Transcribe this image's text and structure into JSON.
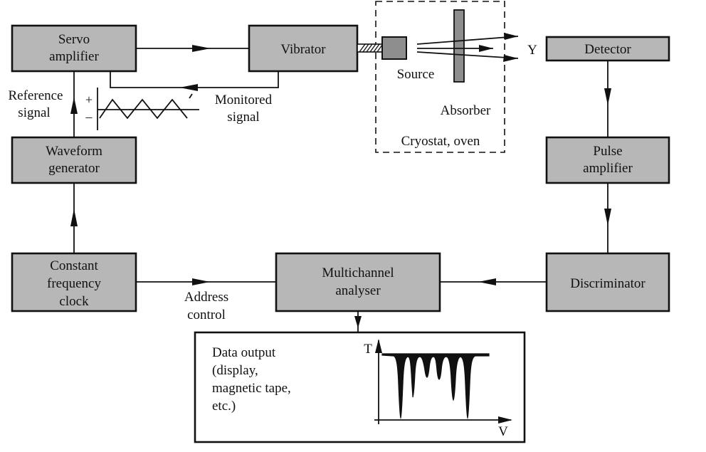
{
  "blocks": {
    "servo": [
      "Servo",
      "amplifier"
    ],
    "vibrator": [
      "Vibrator"
    ],
    "detector": [
      "Detector"
    ],
    "waveform": [
      "Waveform",
      "generator"
    ],
    "pulse": [
      "Pulse",
      "amplifier"
    ],
    "clock": [
      "Constant",
      "frequency",
      "clock"
    ],
    "analyser": [
      "Multichannel",
      "analyser"
    ],
    "discriminator": [
      "Discriminator"
    ]
  },
  "labels": {
    "reference": [
      "Reference",
      "signal"
    ],
    "monitored": [
      "Monitored",
      "signal"
    ],
    "source": "Source",
    "absorber": "Absorber",
    "cryostat": "Cryostat, oven",
    "y": "Y",
    "address": [
      "Address",
      "control"
    ],
    "plus": "+",
    "minus": "–"
  },
  "output": {
    "text": [
      "Data output",
      "(display,",
      "magnetic tape,",
      "etc.)"
    ],
    "axis_t": "T",
    "axis_v": "V"
  },
  "colors": {
    "box_fill": "#b7b7b7",
    "stroke": "#111111"
  }
}
